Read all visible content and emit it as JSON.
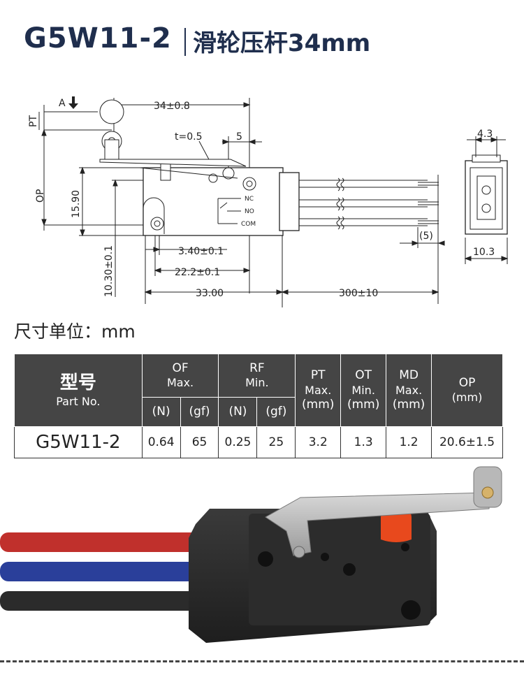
{
  "header": {
    "model": "G5W11-2",
    "subtitle": "滑轮压杆34mm"
  },
  "drawing": {
    "label_a": "A",
    "dim_lever_length": "34±0.8",
    "dim_pt": "PT",
    "dim_thickness": "t=0.5",
    "dim_5": "5",
    "dim_op": "OP",
    "dim_15_90": "15.90",
    "dim_10_30": "10.30±0.1",
    "dim_3_40": "3.40±0.1",
    "dim_22_2": "22.2±0.1",
    "dim_33": "33.00",
    "dim_300": "300±10",
    "dim_strip": "(5)",
    "dim_4_3": "4.3",
    "dim_10_3": "10.3",
    "term_nc": "NC",
    "term_no": "NO",
    "term_com": "COM"
  },
  "unit_label": "尺寸单位：mm",
  "table": {
    "pn_title": "型号",
    "pn_sub": "Part No.",
    "of_title": "OF",
    "of_sub": "Max.",
    "rf_title": "RF",
    "rf_sub": "Min.",
    "pt_title": "PT",
    "pt_sub": "Max.",
    "pt_unit": "(mm)",
    "ot_title": "OT",
    "ot_sub": "Min.",
    "ot_unit": "(mm)",
    "md_title": "MD",
    "md_sub": "Max.",
    "md_unit": "(mm)",
    "op_title": "OP",
    "op_unit": "(mm)",
    "unit_n1": "(N)",
    "unit_gf1": "(gf)",
    "unit_n2": "(N)",
    "unit_gf2": "(gf)",
    "row": {
      "part": "G5W11-2",
      "of_n": "0.64",
      "of_gf": "65",
      "rf_n": "0.25",
      "rf_gf": "25",
      "pt": "3.2",
      "ot": "1.3",
      "md": "1.2",
      "op": "20.6±1.5"
    }
  },
  "colors": {
    "title": "#1f2e4d",
    "table_header": "#454545",
    "wire_red": "#c0302c",
    "wire_blue": "#2a3f9a",
    "wire_black": "#2b2b2b",
    "button": "#e8491d"
  }
}
